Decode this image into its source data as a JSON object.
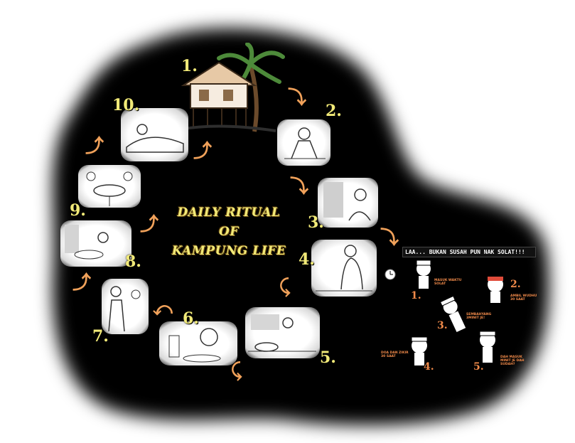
{
  "title_lines": [
    "DAILY RITUAL",
    "OF",
    "KAMPUNG LIFE"
  ],
  "steps": [
    {
      "number": "1.",
      "scene": "house-palm-tree"
    },
    {
      "number": "2.",
      "scene": "waking-up"
    },
    {
      "number": "3.",
      "scene": "bathing"
    },
    {
      "number": "4.",
      "scene": "praying"
    },
    {
      "number": "5.",
      "scene": "cooking"
    },
    {
      "number": "6.",
      "scene": "eating"
    },
    {
      "number": "7.",
      "scene": "visiting-neighbour"
    },
    {
      "number": "8.",
      "scene": "evening-chores"
    },
    {
      "number": "9.",
      "scene": "family-dinner"
    },
    {
      "number": "10.",
      "scene": "sleeping"
    }
  ],
  "strip": {
    "title": "LAA... BUKAN SUSAH PUN NAK SOLAT!!!",
    "panels": [
      {
        "number": "1.",
        "note": "MASUK WAKTU SOLAT"
      },
      {
        "number": "2.",
        "note": "AMBIL WUDHU 30 SAAT"
      },
      {
        "number": "3.",
        "note": "SEMBAHYANG 3MINIT JE!"
      },
      {
        "number": "4.",
        "note": "DOA DAN ZIKIR 30 SAAT"
      },
      {
        "number": "5.",
        "note": "DAH MASUK MINIT JE DAH SUDAH?"
      }
    ]
  },
  "colors": {
    "background": "#000000",
    "numbers": "#f2ea78",
    "arrows": "#f0a15a",
    "strip_accent": "#f08a4a"
  }
}
